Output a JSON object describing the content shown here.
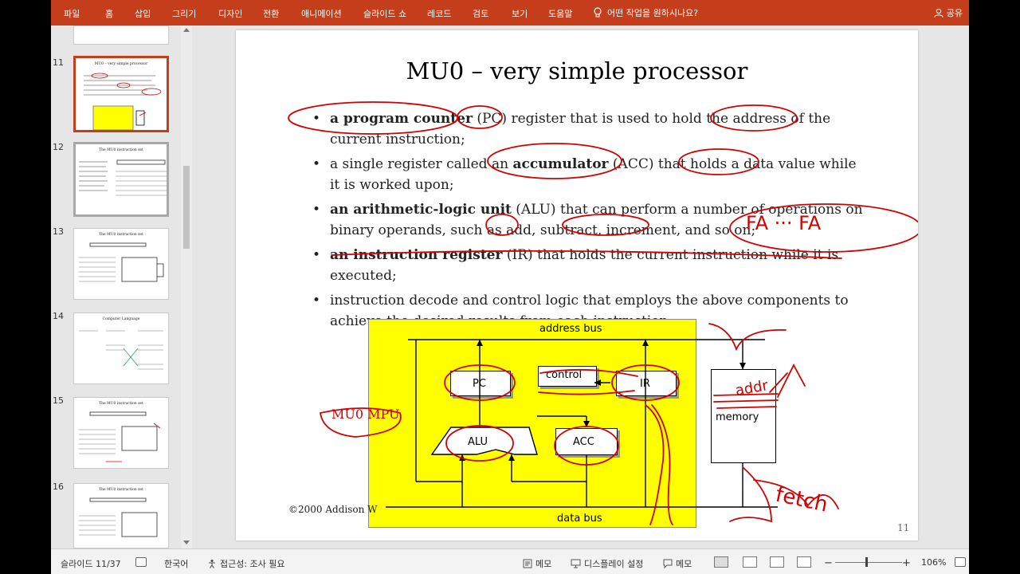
{
  "ribbon": {
    "tabs": [
      "파일",
      "홈",
      "삽입",
      "그리기",
      "디자인",
      "전환",
      "애니메이션",
      "슬라이드 쇼",
      "레코드",
      "검토",
      "보기",
      "도움말"
    ],
    "tell_me": "어떤 작업을 원하시나요?",
    "share": "공유"
  },
  "thumbnails": [
    {
      "number": "11",
      "title": "MU0 – very simple processor",
      "state": "selected"
    },
    {
      "number": "12",
      "title": "The MU0 instruction set",
      "state": "hover"
    },
    {
      "number": "13",
      "title": "The MU0 instruction set",
      "state": "normal"
    },
    {
      "number": "14",
      "title": "Computer Language",
      "state": "normal"
    },
    {
      "number": "15",
      "title": "The MU0 instruction set",
      "state": "normal"
    },
    {
      "number": "16",
      "title": "The MU0 instruction set",
      "state": "normal"
    }
  ],
  "slide": {
    "title": "MU0 – very simple processor",
    "bullets": [
      {
        "bold": "a program counter",
        "text": " (PC) register that is used to hold the address of the current instruction;"
      },
      {
        "bold": "",
        "text": "a single register called an ",
        "bold2": "accumulator",
        "text2": " (ACC) that holds a data value while it is worked upon;"
      },
      {
        "bold": "an arithmetic-logic unit",
        "text": " (ALU) that can perform a number of operations on binary operands, such as add, subtract, increment, and so on;"
      },
      {
        "bold": "an instruction register",
        "text": " (IR) that holds the current instruction while it is executed;"
      },
      {
        "bold": "",
        "text": "instruction decode and control logic that employs the above components to achieve the desired results from each instruction."
      }
    ],
    "diagram": {
      "address_bus": "address bus",
      "data_bus": "data bus",
      "pc": "PC",
      "control": "control",
      "ir": "IR",
      "alu": "ALU",
      "acc": "ACC",
      "memory": "memory"
    },
    "copyright": "©2000 Addison W",
    "slide_number": "11",
    "annotations": {
      "mpu": "MU0 MPU",
      "fa": "FA ··· FA",
      "fetch": "fetch",
      "addr": "addr"
    }
  },
  "status": {
    "slide_counter": "슬라이드 11/37",
    "language": "한국어",
    "accessibility": "접근성: 조사 필요",
    "notes1": "메모",
    "display_settings": "디스플레이 설정",
    "notes2": "메모",
    "zoom": "106%"
  }
}
